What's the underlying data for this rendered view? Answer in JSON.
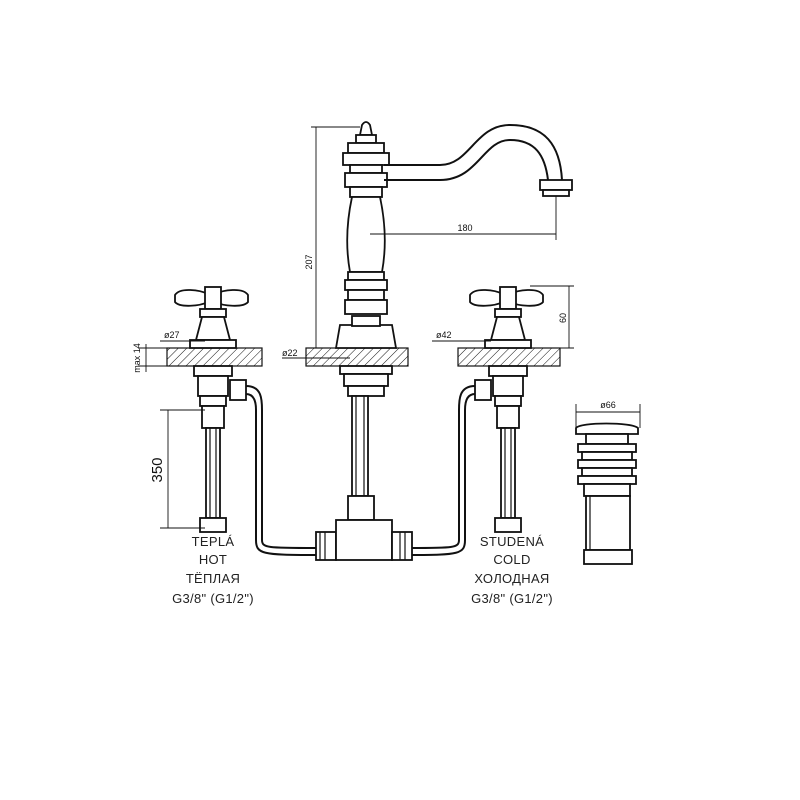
{
  "dimensions": {
    "spout_height": "207",
    "spout_reach": "180",
    "handle_height": "60",
    "deck_max": "max 14",
    "hole_hot": "ø27",
    "hole_center": "ø22",
    "hole_cold": "ø42",
    "hose_length": "350",
    "waste_diameter": "ø66"
  },
  "hot_label": {
    "cz": "TEPLÁ",
    "en": "HOT",
    "ru": "ТЁПЛАЯ",
    "thread": "G3/8\" (G1/2\")"
  },
  "cold_label": {
    "cz": "STUDENÁ",
    "en": "COLD",
    "ru": "ХОЛОДНАЯ",
    "thread": "G3/8\" (G1/2\")"
  }
}
